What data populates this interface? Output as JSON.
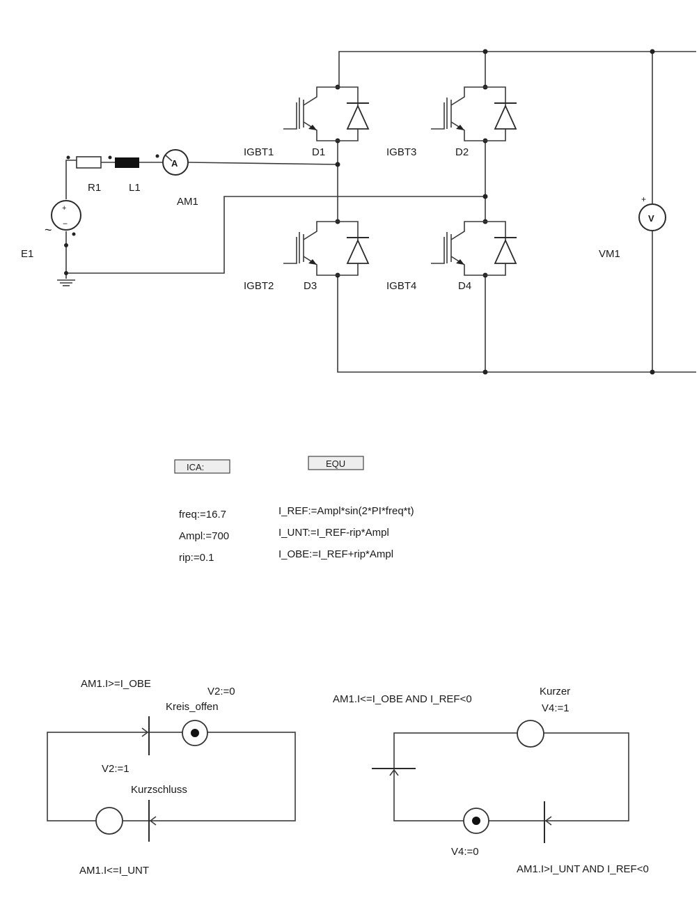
{
  "circuit": {
    "source": "E1",
    "resistor": "R1",
    "inductor": "L1",
    "ammeter": "AM1",
    "ammeter_symbol": "A",
    "voltmeter": "VM1",
    "voltmeter_symbol": "V",
    "plus_sign": "+",
    "minus_sign": "−",
    "ac_symbol": "~",
    "igbt1": "IGBT1",
    "igbt2": "IGBT2",
    "igbt3": "IGBT3",
    "igbt4": "IGBT4",
    "d1": "D1",
    "d2": "D2",
    "d3": "D3",
    "d4": "D4"
  },
  "buttons": {
    "ica": "ICA:",
    "equ": "EQU"
  },
  "parameters": {
    "freq": "freq:=16.7",
    "ampl": "Ampl:=700",
    "rip": "rip:=0.1"
  },
  "equations": {
    "i_ref": "I_REF:=Ampl*sin(2*PI*freq*t)",
    "i_unt": "I_UNT:=I_REF-rip*Ampl",
    "i_obe": "I_OBE:=I_REF+rip*Ampl"
  },
  "state_machine_left": {
    "transition_top": "AM1.I>=I_OBE",
    "action_open": "V2:=0",
    "state_open": "Kreis_offen",
    "action_short": "V2:=1",
    "state_short": "Kurzschluss",
    "transition_bottom": "AM1.I<=I_UNT"
  },
  "state_machine_right": {
    "transition_top": "AM1.I<=I_OBE AND I_REF<0",
    "state_top": "Kurzer",
    "action_top": "V4:=1",
    "action_bottom": "V4:=0",
    "transition_bottom": "AM1.I>I_UNT AND I_REF<0"
  }
}
